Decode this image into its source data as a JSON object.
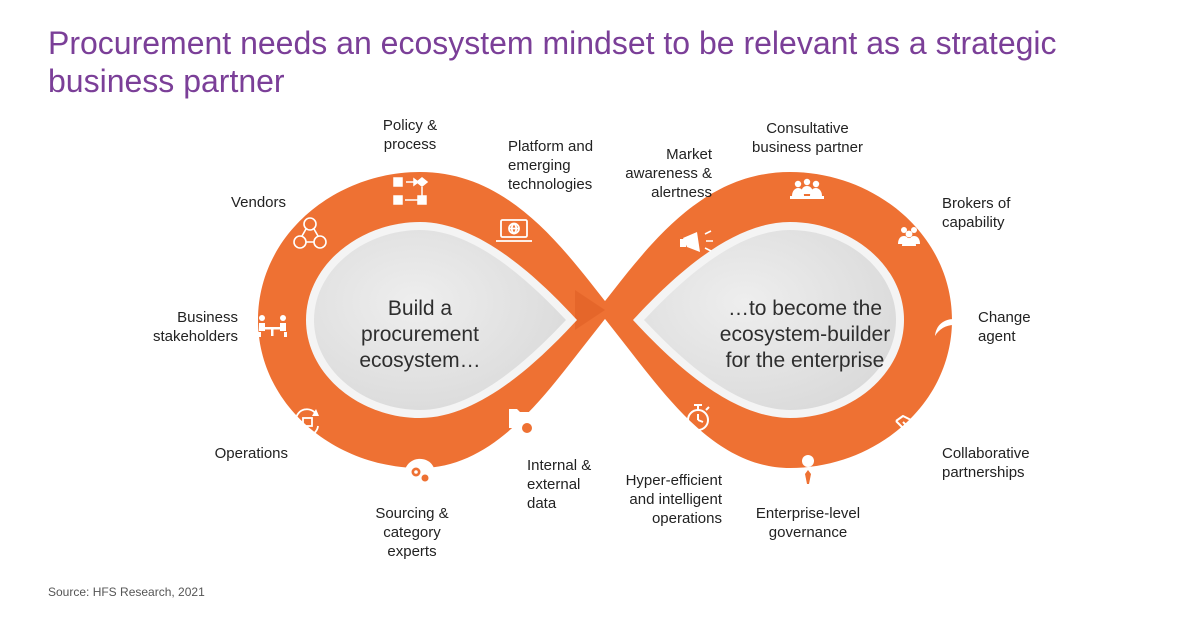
{
  "title": "Procurement needs an ecosystem mindset to be relevant as a strategic business partner",
  "colors": {
    "title": "#7b3f98",
    "ribbon": "#ee7133",
    "ribbon_shadow": "#e05f24",
    "inner_fill": "#e6e6e6",
    "inner_rim": "#f4f4f4",
    "icon": "#ffffff"
  },
  "left_loop": {
    "center_text": [
      "Build a",
      "procurement",
      "ecosystem…"
    ],
    "nodes": [
      {
        "icon": "policy-process-flow-icon",
        "label": [
          "Policy &",
          "process"
        ]
      },
      {
        "icon": "platform-laptop-globe-icon",
        "label": [
          "Platform and",
          "emerging",
          "technologies"
        ]
      },
      {
        "icon": "vendors-network-icon",
        "label": [
          "Vendors"
        ]
      },
      {
        "icon": "business-stakeholders-meeting-icon",
        "label": [
          "Business",
          "stakeholders"
        ]
      },
      {
        "icon": "operations-cycle-icon",
        "label": [
          "Operations"
        ]
      },
      {
        "icon": "sourcing-experts-head-gears-icon",
        "label": [
          "Sourcing &",
          "category",
          "experts"
        ]
      },
      {
        "icon": "internal-external-data-folder-icon",
        "label": [
          "Internal &",
          "external",
          "data"
        ]
      }
    ]
  },
  "right_loop": {
    "center_text": [
      "…to become the",
      "ecosystem-builder",
      "for the enterprise"
    ],
    "nodes": [
      {
        "icon": "market-awareness-megaphone-icon",
        "label": [
          "Market",
          "awareness &",
          "alertness"
        ]
      },
      {
        "icon": "consultative-partner-team-icon",
        "label": [
          "Consultative",
          "business partner"
        ]
      },
      {
        "icon": "brokers-capability-group-icon",
        "label": [
          "Brokers of",
          "capability"
        ]
      },
      {
        "icon": "change-agent-arrow-icon",
        "label": [
          "Change",
          "agent"
        ]
      },
      {
        "icon": "collaborative-handshake-icon",
        "label": [
          "Collaborative",
          "partnerships"
        ]
      },
      {
        "icon": "governance-person-tie-icon",
        "label": [
          "Enterprise-level",
          "governance"
        ]
      },
      {
        "icon": "hyper-efficient-stopwatch-icon",
        "label": [
          "Hyper-efficient",
          "and intelligent",
          "operations"
        ]
      }
    ]
  },
  "source": "Source: HFS Research, 2021"
}
